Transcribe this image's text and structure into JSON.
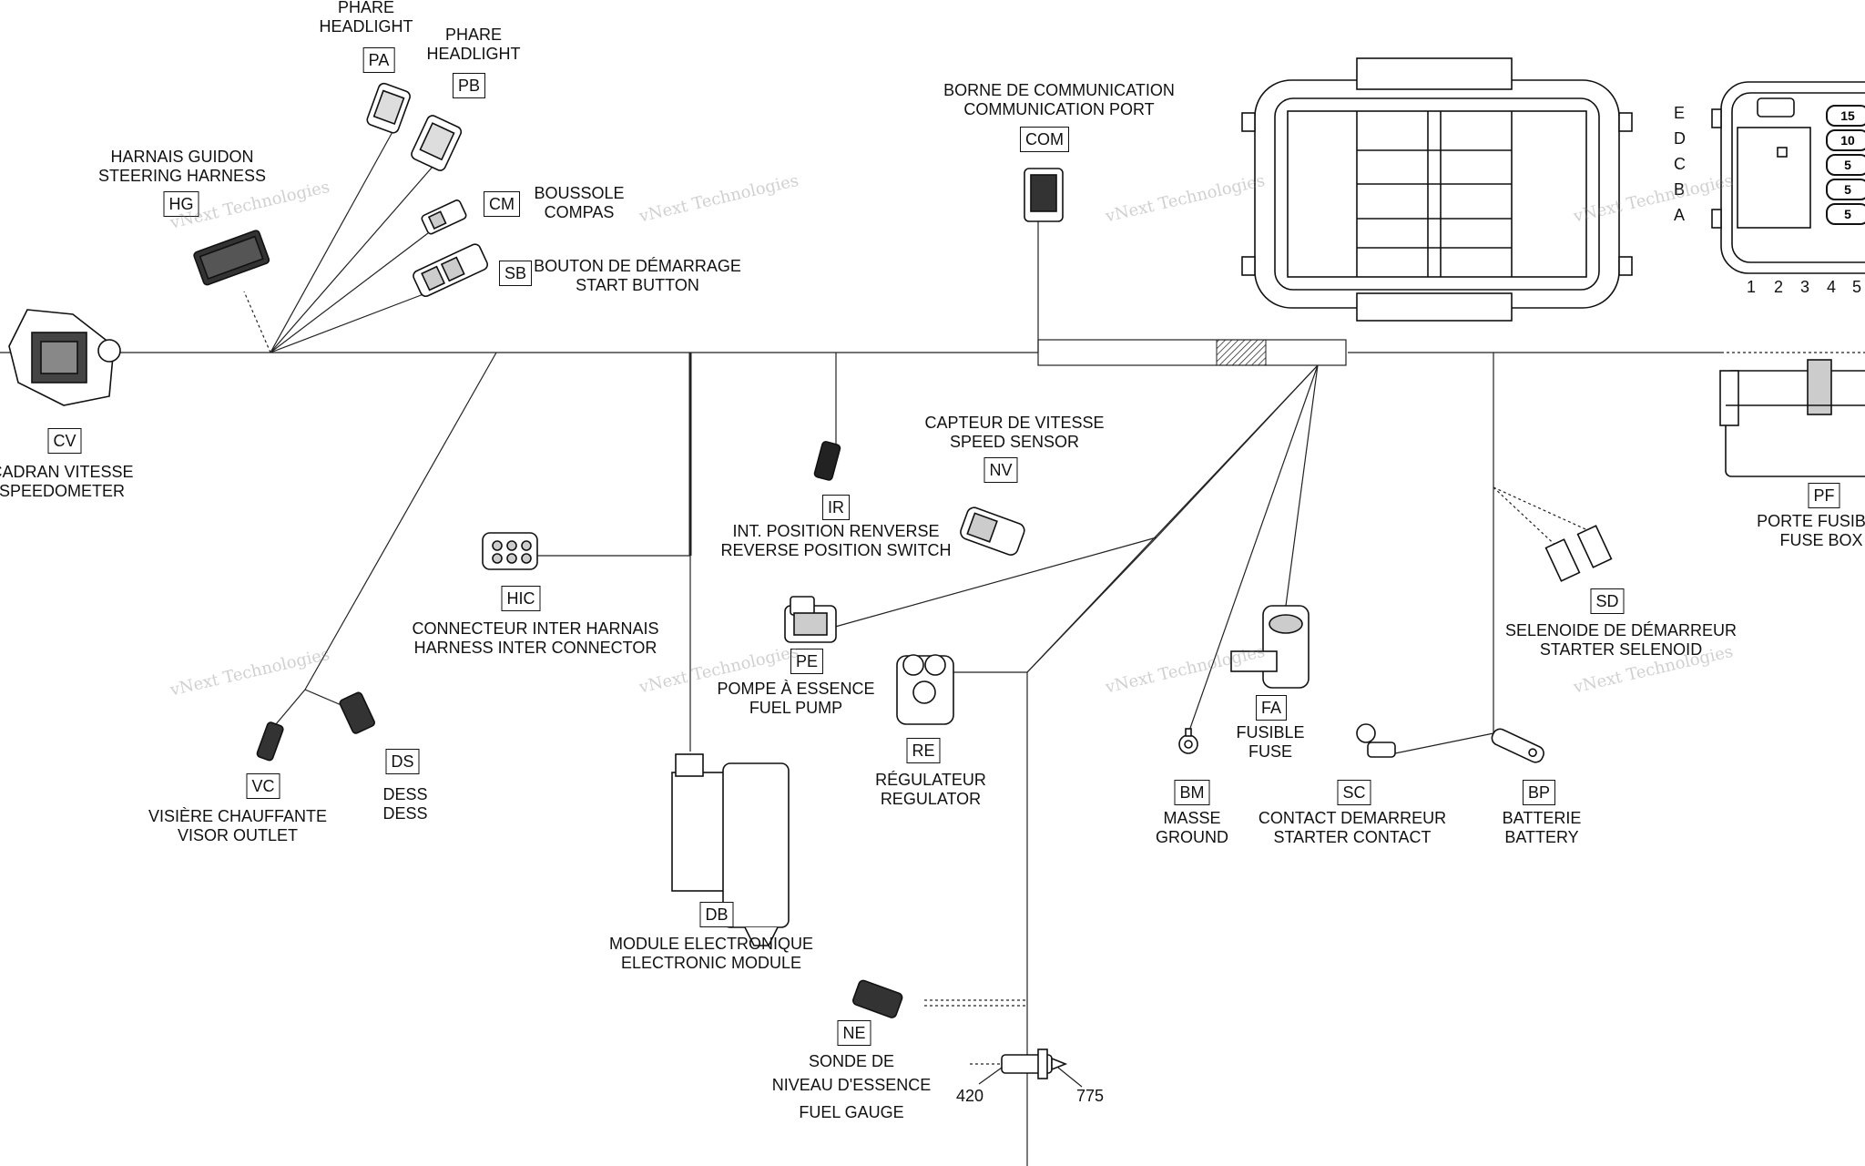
{
  "connectors": {
    "pa": {
      "code": "PA",
      "fr": "PHARE",
      "en": "HEADLIGHT"
    },
    "pb": {
      "code": "PB",
      "fr": "PHARE",
      "en": "HEADLIGHT"
    },
    "hg": {
      "code": "HG",
      "fr": "HARNAIS GUIDON",
      "en": "STEERING HARNESS"
    },
    "cm": {
      "code": "CM",
      "fr": "BOUSSOLE",
      "en": "COMPAS"
    },
    "sb": {
      "code": "SB",
      "fr": "BOUTON DE DÉMARRAGE",
      "en": "START BUTTON"
    },
    "cv": {
      "code": "CV",
      "fr": "CADRAN VITESSE",
      "en": "SPEEDOMETER"
    },
    "com": {
      "code": "COM",
      "fr": "BORNE DE COMMUNICATION",
      "en": "COMMUNICATION PORT"
    },
    "ir": {
      "code": "IR",
      "fr": "INT. POSITION RENVERSE",
      "en": "REVERSE POSITION SWITCH"
    },
    "nv": {
      "code": "NV",
      "fr": "CAPTEUR DE VITESSE",
      "en": "SPEED SENSOR"
    },
    "hic": {
      "code": "HIC",
      "fr": "CONNECTEUR INTER HARNAIS",
      "en": "HARNESS INTER CONNECTOR"
    },
    "pe": {
      "code": "PE",
      "fr": "POMPE À ESSENCE",
      "en": "FUEL PUMP"
    },
    "re": {
      "code": "RE",
      "fr": "RÉGULATEUR",
      "en": "REGULATOR"
    },
    "vc": {
      "code": "VC",
      "fr": "VISIÈRE CHAUFFANTE",
      "en": "VISOR OUTLET"
    },
    "ds": {
      "code": "DS",
      "fr": "DESS",
      "en": "DESS"
    },
    "db": {
      "code": "DB",
      "fr": "MODULE ELECTRONIQUE",
      "en": "ELECTRONIC MODULE"
    },
    "ne": {
      "code": "NE",
      "fr": "SONDE DE",
      "fr2": "NIVEAU D'ESSENCE",
      "en": "FUEL GAUGE"
    },
    "fa": {
      "code": "FA",
      "fr": "FUSIBLE",
      "en": "FUSE"
    },
    "bm": {
      "code": "BM",
      "fr": "MASSE",
      "en": "GROUND"
    },
    "sc": {
      "code": "SC",
      "fr": "CONTACT DEMARREUR",
      "en": "STARTER CONTACT"
    },
    "bp": {
      "code": "BP",
      "fr": "BATTERIE",
      "en": "BATTERY"
    },
    "sd": {
      "code": "SD",
      "fr": "SELENOIDE DE DÉMARREUR",
      "en": "STARTER SELENOID"
    },
    "pf": {
      "code": "PF",
      "fr": "PORTE FUSIBLE",
      "en": "FUSE BOX"
    }
  },
  "fuse_grid": {
    "rows": [
      "E",
      "D",
      "C",
      "B",
      "A"
    ],
    "cols": [
      "1",
      "2",
      "3",
      "4",
      "5"
    ],
    "ratings": [
      "15",
      "10",
      "5",
      "5",
      "5"
    ]
  },
  "gauge_terminals": {
    "left": "420",
    "right": "775"
  },
  "watermark": {
    "line1": "vNext Technologies",
    "line2": "vNext Technologies"
  }
}
